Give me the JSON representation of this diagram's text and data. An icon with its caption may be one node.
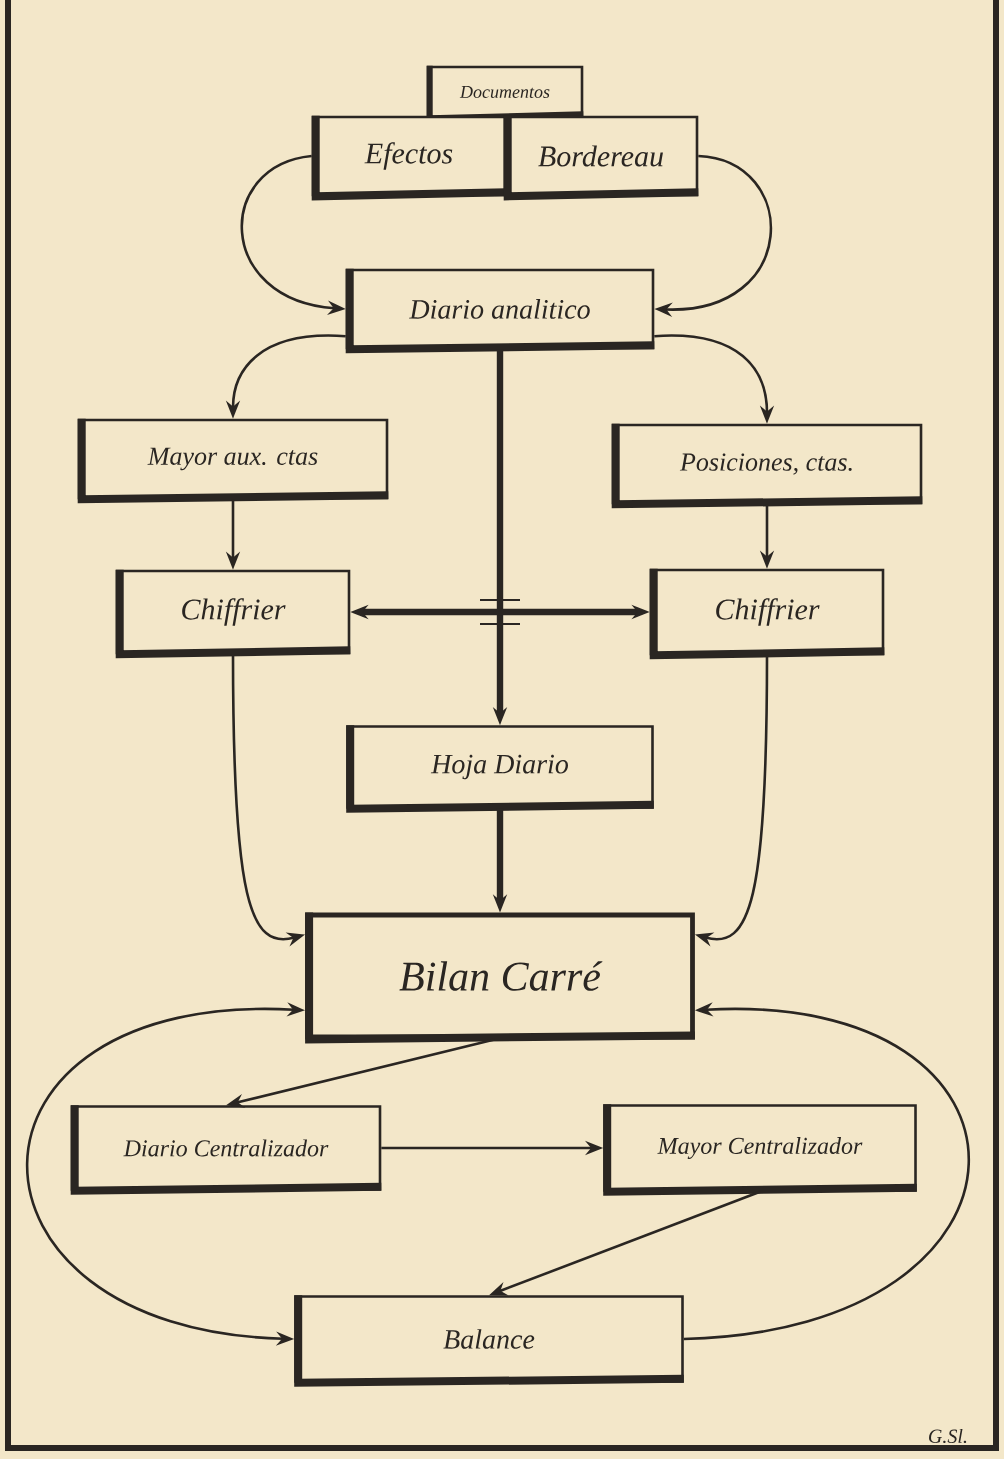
{
  "diagram": {
    "nodes": [
      {
        "text": [
          "Documentos"
        ]
      },
      {
        "text": [
          "Efectos"
        ]
      },
      {
        "text": [
          "Bordereau"
        ]
      },
      {
        "text": [
          "Diario analitico"
        ]
      },
      {
        "text": [
          "Mayor aux. ctas"
        ]
      },
      {
        "text": [
          "Posiciones, ctas."
        ]
      },
      {
        "text": [
          "Chiffrier"
        ]
      },
      {
        "text": [
          "Chiffrier"
        ]
      },
      {
        "text": [
          "Hoja Diario"
        ]
      },
      {
        "text": [
          "Bilan Carré"
        ]
      },
      {
        "text": [
          "Diario Centralizador"
        ]
      },
      {
        "text": [
          "Mayor Centralizador"
        ]
      },
      {
        "text": [
          "Balance"
        ]
      }
    ],
    "edges": [
      {
        "from": 1,
        "to": 3,
        "arrow": "to"
      },
      {
        "from": 2,
        "to": 3,
        "arrow": "to"
      },
      {
        "from": 3,
        "to": 4,
        "arrow": "to"
      },
      {
        "from": 3,
        "to": 5,
        "arrow": "to"
      },
      {
        "from": 3,
        "to": 8,
        "arrow": "to",
        "style": "thick"
      },
      {
        "from": 6,
        "to": 7,
        "arrow": "both",
        "style": "thick"
      },
      {
        "from": 4,
        "to": 6,
        "arrow": "to"
      },
      {
        "from": 5,
        "to": 7,
        "arrow": "to"
      },
      {
        "from": 6,
        "to": 9,
        "arrow": "to"
      },
      {
        "from": 7,
        "to": 9,
        "arrow": "to"
      },
      {
        "from": 8,
        "to": 9,
        "arrow": "to",
        "style": "thick"
      },
      {
        "from": 9,
        "to": 10,
        "arrow": "to"
      },
      {
        "from": 10,
        "to": 11,
        "arrow": "to"
      },
      {
        "from": 11,
        "to": 12,
        "arrow": "to"
      },
      {
        "from": 9,
        "to": 12,
        "arrow": "both"
      },
      {
        "from": 12,
        "to": 9,
        "arrow": "to"
      }
    ],
    "labels": [
      "G.Sl."
    ]
  }
}
